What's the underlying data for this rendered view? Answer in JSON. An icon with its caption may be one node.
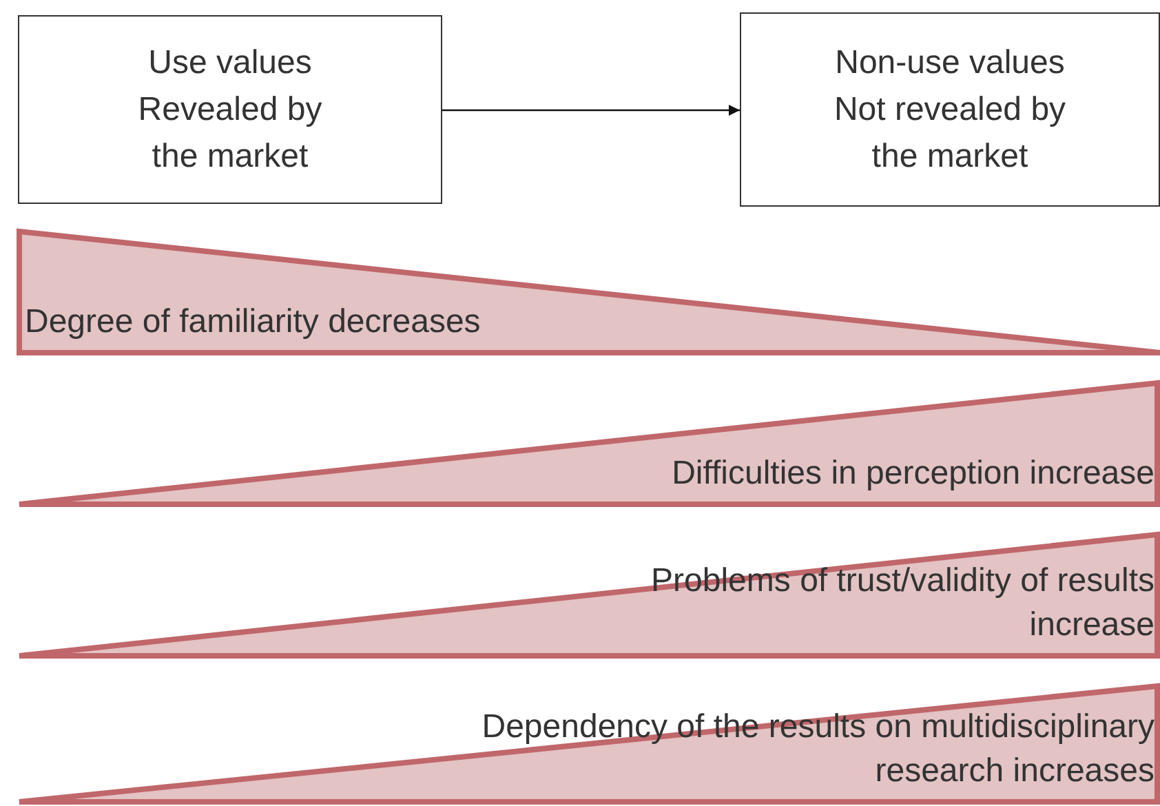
{
  "diagram": {
    "nodes": [
      {
        "text": [
          "Use values Revealed by the market"
        ]
      },
      {
        "text": [
          "Non-use values Not revealed by the market"
        ]
      },
      {
        "text": [
          "Degree of familiarity decreases"
        ]
      },
      {
        "text": [
          "Difficulties in perception increase"
        ]
      },
      {
        "text": [
          "Problems of trust/validity of results increase"
        ]
      },
      {
        "text": [
          "Dependency of the results on multidisciplinary research increases"
        ]
      }
    ],
    "edges": [
      {
        "from": 0,
        "to": 1,
        "arrow": "to"
      }
    ]
  }
}
